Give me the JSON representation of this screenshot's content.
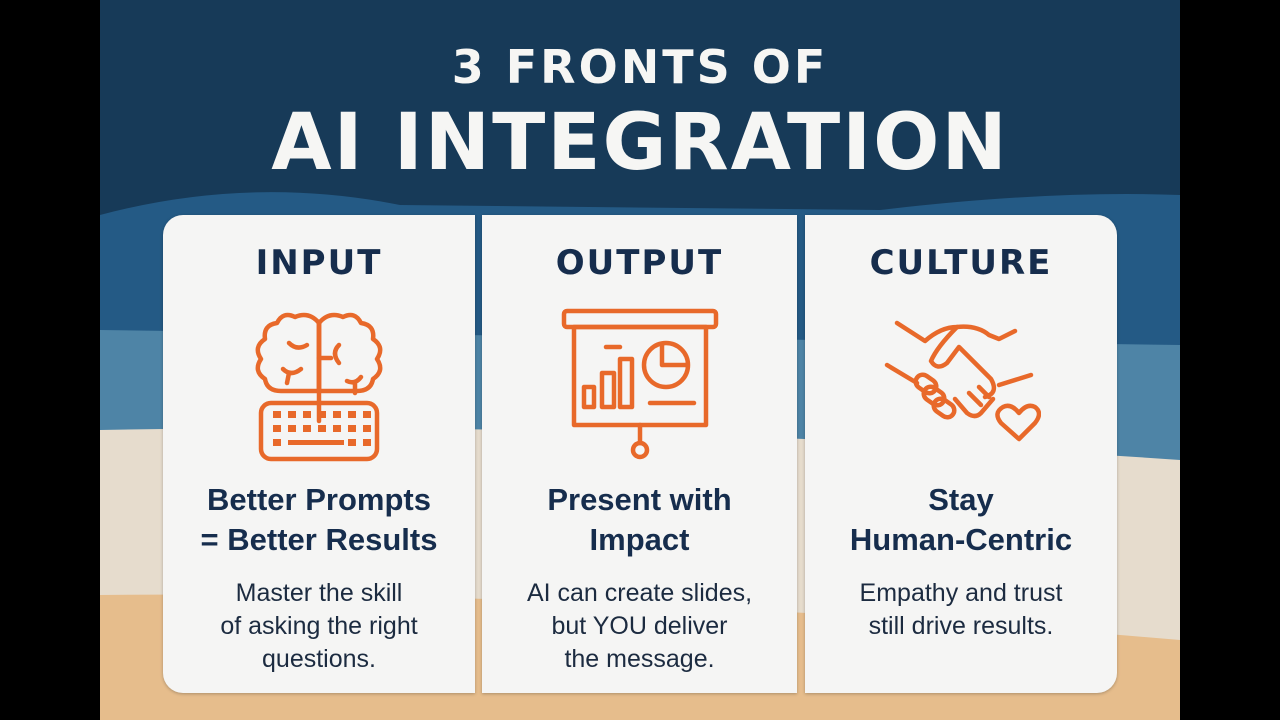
{
  "title": {
    "line1": "3 FRONTS OF",
    "line2": "AI INTEGRATION"
  },
  "colors": {
    "navy": "#173a58",
    "accent_orange": "#e8692a",
    "card_bg": "#f5f5f4",
    "text_dark": "#162d4d"
  },
  "cards": [
    {
      "heading": "INPUT",
      "icon": "brain-keyboard-icon",
      "subtitle": [
        "Better Prompts",
        "= Better Results"
      ],
      "description": [
        "Master the skill",
        "of asking the right",
        "questions."
      ]
    },
    {
      "heading": "OUTPUT",
      "icon": "presentation-board-icon",
      "subtitle": [
        "Present with",
        "Impact"
      ],
      "description": [
        "AI can create slides,",
        "but YOU deliver",
        "the message."
      ]
    },
    {
      "heading": "CULTURE",
      "icon": "handshake-heart-icon",
      "subtitle": [
        "Stay",
        "Human-Centric"
      ],
      "description": [
        "Empathy and trust",
        "still drive results."
      ]
    }
  ]
}
